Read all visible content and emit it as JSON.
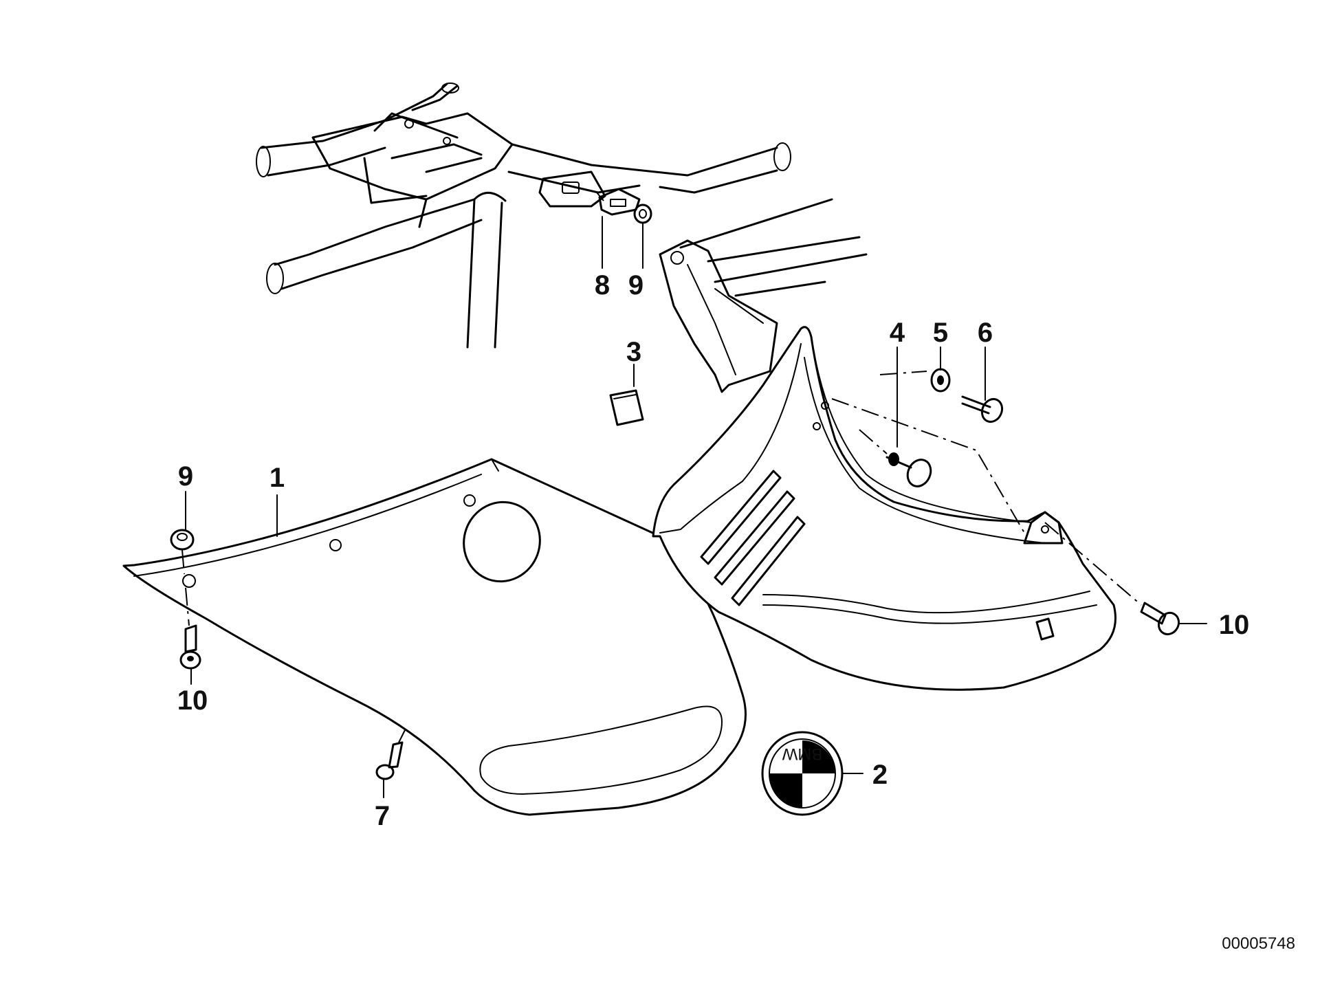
{
  "diagram": {
    "reference_number": "00005748",
    "callouts": [
      {
        "id": "c1",
        "text": "1"
      },
      {
        "id": "c2",
        "text": "2"
      },
      {
        "id": "c3",
        "text": "3"
      },
      {
        "id": "c4",
        "text": "4"
      },
      {
        "id": "c5",
        "text": "5"
      },
      {
        "id": "c6",
        "text": "6"
      },
      {
        "id": "c7",
        "text": "7"
      },
      {
        "id": "c8",
        "text": "8"
      },
      {
        "id": "c9a",
        "text": "9"
      },
      {
        "id": "c9b",
        "text": "9"
      },
      {
        "id": "c10a",
        "text": "10"
      },
      {
        "id": "c10b",
        "text": "10"
      }
    ],
    "emblem_text": "BMW"
  }
}
